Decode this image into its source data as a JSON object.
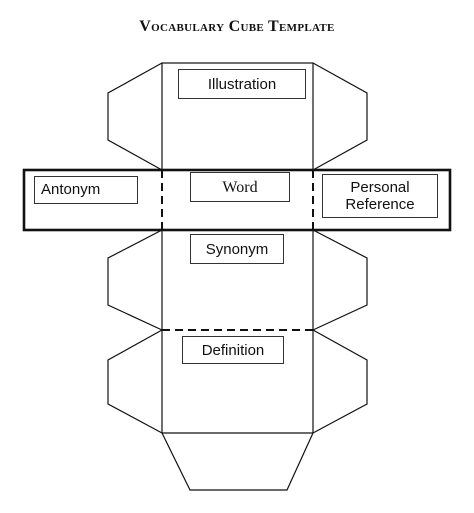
{
  "document": {
    "title": "Vocabulary Cube Template"
  },
  "faces": {
    "illustration": "Illustration",
    "antonym": "Antonym",
    "word": "Word",
    "personal_reference": "Personal Reference",
    "synonym": "Synonym",
    "definition": "Definition"
  }
}
